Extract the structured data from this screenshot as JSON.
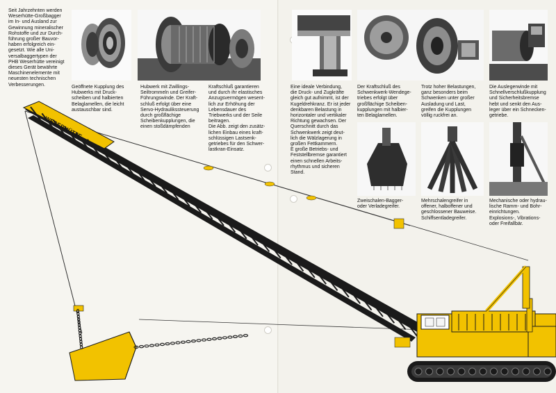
{
  "intro": "Seit Jahrzehnten werden\nWeserhütte-Großbagger\nim In- und Ausland zur\nGewinnung mineralischer\nRohstoffe und zur Durch-\nführung großer Bauvor-\nhaben erfolgreich ein-\ngesetzt. Wie alle Uni-\nversalbaggertypen der\nPHB Weserhütte vereinigt\ndieses Gerät bewährte\nMaschinenelemente mit\nneuesten technischen\nVerbesserungen.",
  "captions": {
    "kupplung": "Geöffnete Kupplung des\nHubwerks mit Druck-\nscheiben und halbierten\nBelaglamellen, die leicht\naustauschbar sind.",
    "hubwerk": "Hubwerk mit Zwillings-\nSeiltrommeln und Greifer-\nFührungswinde. Der Kraft-\nschluß erfolgt über eine\nServo-Hydraulikssteuerung\ndurch großflächige\nScheibenkupplungen, die\neinen stoßdämpfenden",
    "kraftschluss": "Kraftschluß garantieren\nund durch ihr elastisches\nAnzugsvermögen wesent-\nlich zur Erhöhung der\nLebensdauer des\nTriebwerks und der Seile\nbeitragen.\nDie Abb. zeigt den zusätz-\nlichen Einbau eines kraft-\nschlüssigen Lastsenk-\ngetriebes für den Schwer-\nlastkran-Einsatz.",
    "drehkranz": "Eine ideale Verbindung,\ndie Druck- und Zugkräfte\ngleich gut aufnimmt, ist der\nKugeldrehkranz. Er ist jeder\ndenkbaren Belastung in\nhorizontaler und vertikaler\nRichtung gewachsen. Der\nQuerschnitt durch das\nSchwenkwerk zeigt deut-\nlich die Wälzlagerung in\ngroßen Fettkammern.\nE   große Betriebs- und\nFeststellbremse garantiert\neinen schnellen Arbeits-\nrhythmus und sicheren\nStand.",
    "schwenkwerk": "Der Kraftschluß des\nSchwenkwerk-Wendege-\ntriebes erfolgt über\ngroßflächige Scheiben-\nkupplungen mit halbier-\nten Belaglamellen.",
    "belastungen": "Trotz hoher Belastungen,\nganz besonders beim\nSchwenken unter großer\nAusladung und Last,\ngreifen die Kupplungen\nvöllig ruckfrei an.",
    "auslegerwinde": "Die Auslegerwinde mit\nSchnellverschlußkupplung\nund Sicherheitsbremse\nhebt und senkt den Aus-\nleger über ein Schnecken-\ngetriebe.",
    "zweischalen": "Zweischalen-Bagger-\noder Verladegreifer.",
    "mehrschalen": "Mehrschalengreifer in\noffener, halboffener und\ngeschlossener Bauweise.\nSchiffsentladegreifer.",
    "ramm": "Mechanische oder hydrau-\nlische Ramm- und Bohr-\neinrichtungen.\nExplosions-, Vibrations-\noder Freifallbär."
  },
  "boom_label": "WESERHÜTTE",
  "colors": {
    "yellow": "#f2c200",
    "black": "#1a1a1a",
    "paper": "#f4f3ee"
  }
}
